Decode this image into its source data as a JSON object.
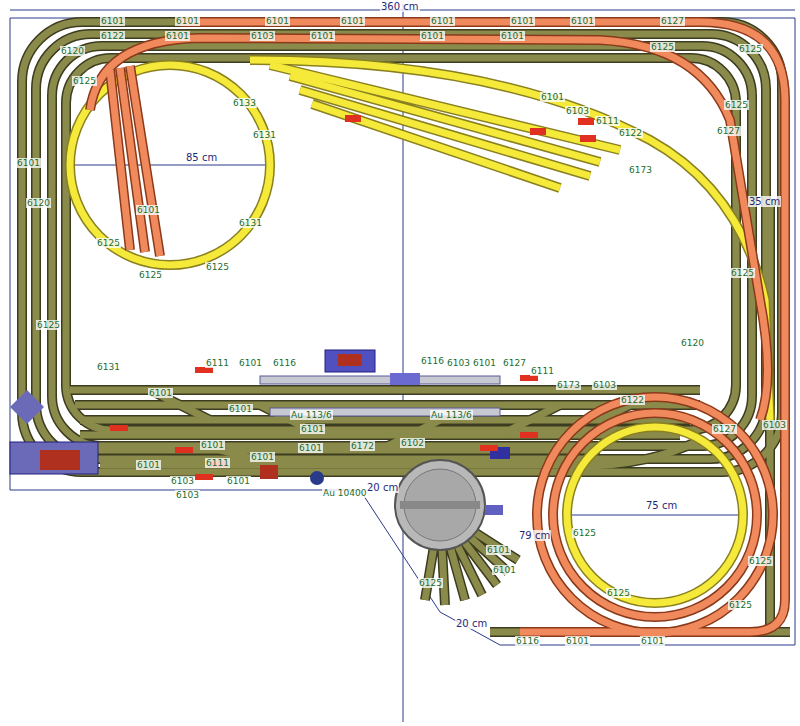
{
  "diagram": {
    "labels": [
      "360 cm",
      "6101",
      "6101",
      "6101",
      "6101",
      "6101",
      "6101",
      "6101",
      "6127",
      "6122",
      "6101",
      "6103",
      "6101",
      "6101",
      "6101",
      "6125",
      "6120",
      "6125",
      "6125",
      "6131",
      "85 cm",
      "6133",
      "6131",
      "6125",
      "6125",
      "6101",
      "6103",
      "6111",
      "6122",
      "6173",
      "6101",
      "6125",
      "6125",
      "6127",
      "35 cm",
      "6120",
      "6131",
      "6111",
      "6101",
      "6116",
      "6116",
      "6103",
      "6101",
      "6127",
      "6111",
      "6173",
      "6103",
      "6122",
      "Au 113/6",
      "Au 113/6",
      "6101",
      "6101",
      "6101",
      "6102",
      "6172",
      "6101",
      "6101",
      "6103",
      "6111",
      "6101",
      "20 cm",
      "6101",
      "Au 10400",
      "6101",
      "6101",
      "6125",
      "79 cm",
      "20 cm",
      "75 cm",
      "6125",
      "6125",
      "6125",
      "6116",
      "6101",
      "6101",
      "6125",
      "6103",
      "6127",
      "6125",
      "6120",
      "6101",
      "6125",
      "6101",
      "6103"
    ]
  }
}
